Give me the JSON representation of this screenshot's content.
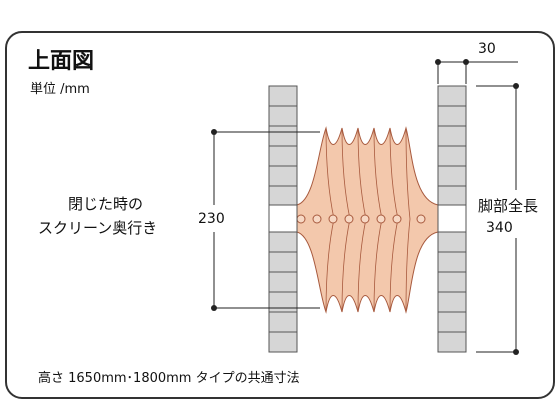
{
  "title": "上面図",
  "unit": "単位 /mm",
  "dimensions": {
    "leg_thickness": "30",
    "screen_depth": "230",
    "leg_length_label": "脚部全長",
    "leg_length_value": "340"
  },
  "screen_label_line1": "閉じた時の",
  "screen_label_line2": "スクリーン奥行き",
  "footnote": "高さ 1650mm･1800mm タイプの共通寸法",
  "colors": {
    "frame_border": "#333333",
    "post_fill": "#d6d6d6",
    "post_stroke": "#555555",
    "screen_fill": "#f3c8ac",
    "screen_stroke": "#a85a3e",
    "dimension_line": "#222222"
  }
}
